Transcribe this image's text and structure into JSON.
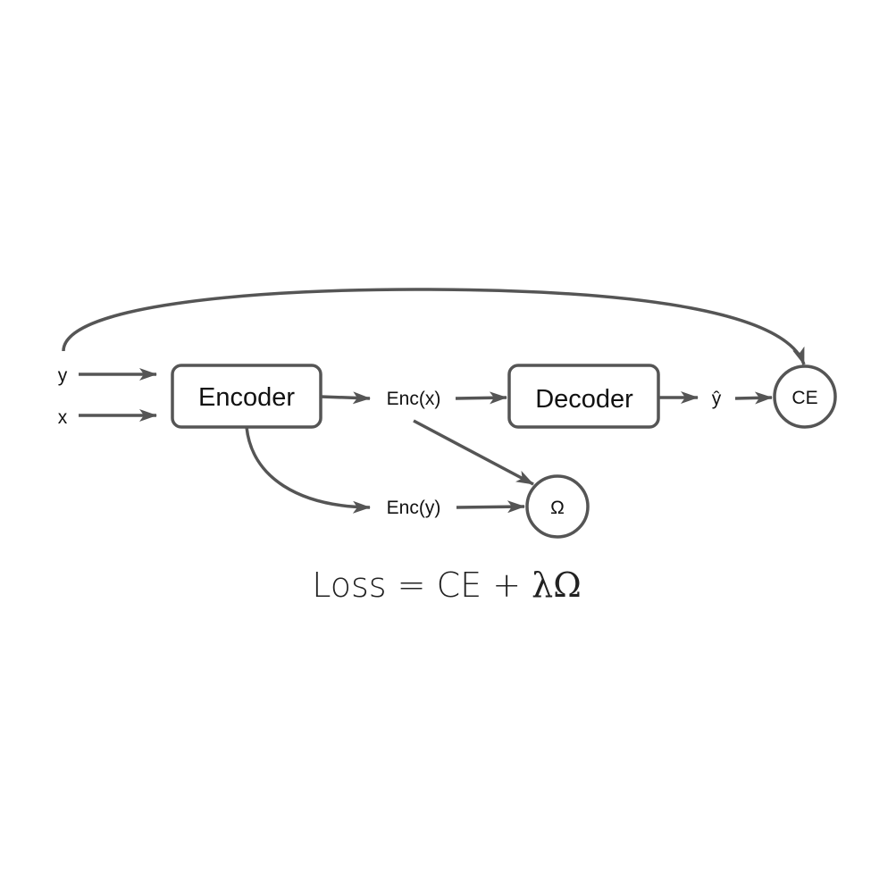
{
  "inputs": {
    "y": "y",
    "x": "x"
  },
  "nodes": {
    "encoder": "Encoder",
    "decoder": "Decoder",
    "enc_x": "Enc(x)",
    "enc_y": "Enc(y)",
    "y_hat": "ŷ",
    "ce": "CE",
    "omega": "Ω"
  },
  "formula": {
    "lhs": "Loss = CE + ",
    "lambda": "λ",
    "omega": "Ω"
  },
  "colors": {
    "stroke": "#555555",
    "text": "#111111"
  }
}
